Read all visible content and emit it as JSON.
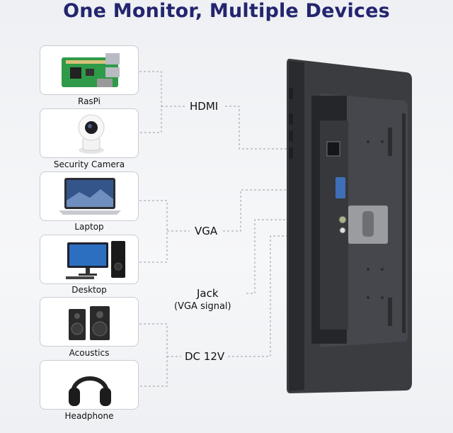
{
  "title": "One Monitor, Multiple Devices",
  "devices": [
    {
      "label": "RasPi",
      "icon": "raspberry-pi-board-icon"
    },
    {
      "label": "Security Camera",
      "icon": "security-camera-icon"
    },
    {
      "label": "Laptop",
      "icon": "laptop-icon"
    },
    {
      "label": "Desktop",
      "icon": "desktop-computer-icon"
    },
    {
      "label": "Acoustics",
      "icon": "speakers-icon"
    },
    {
      "label": "Headphone",
      "icon": "headphones-icon"
    }
  ],
  "ports": {
    "hdmi": "HDMI",
    "vga": "VGA",
    "jack": "Jack",
    "jack_note": "(VGA signal)",
    "dc": "DC 12V"
  },
  "colors": {
    "title": "#23256e",
    "monitor": "#3a3c40",
    "line": "#9a9da3"
  }
}
